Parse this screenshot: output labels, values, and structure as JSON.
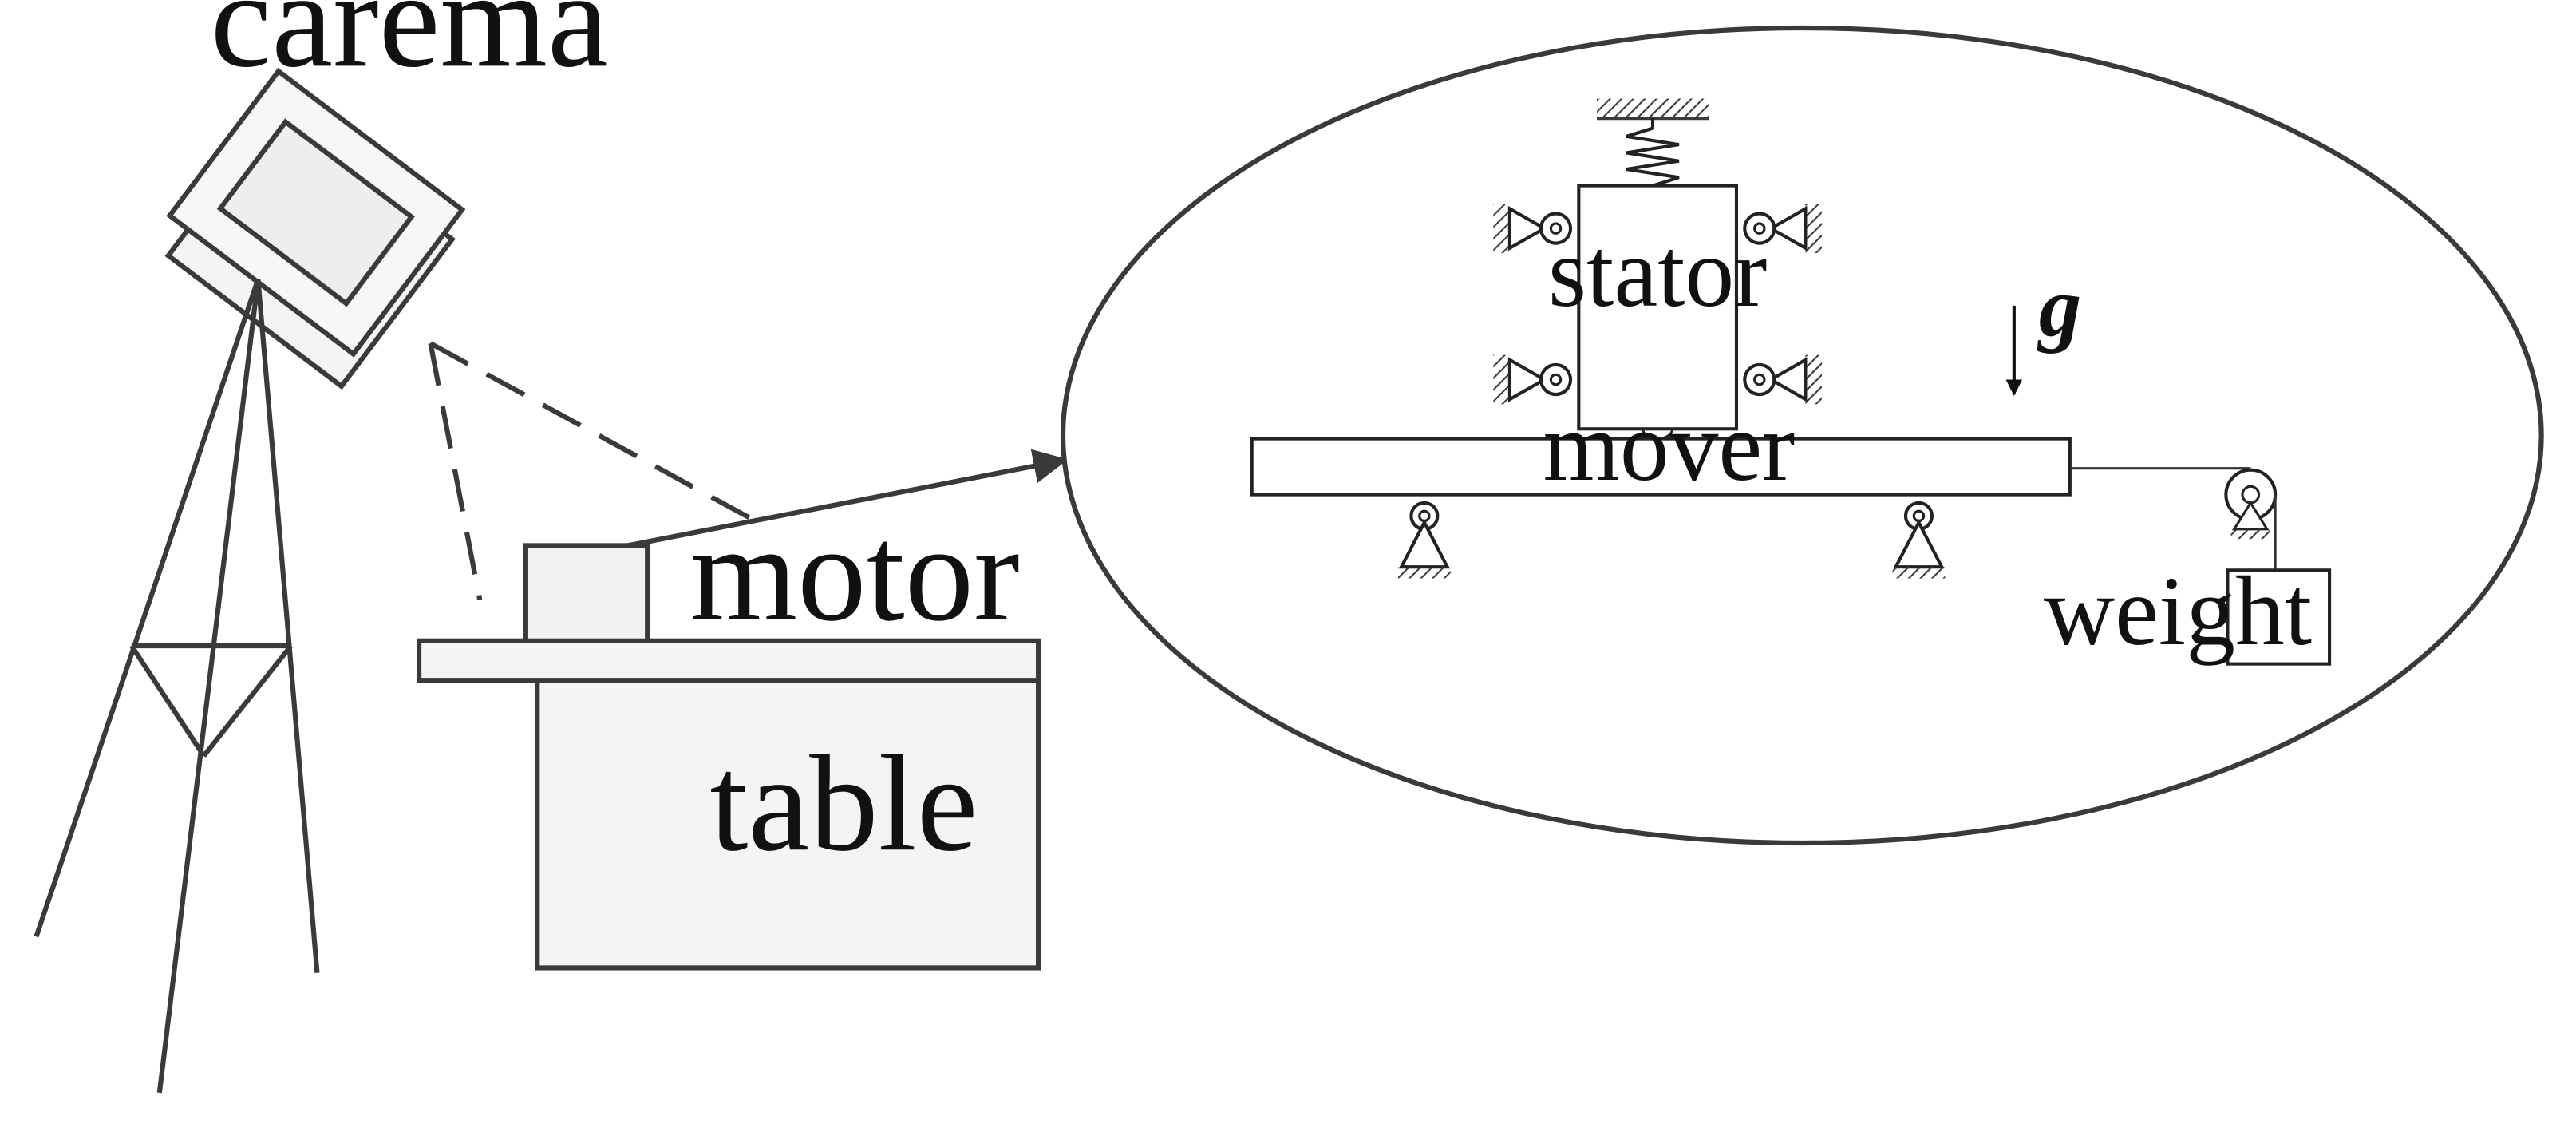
{
  "labels": {
    "camera": "carema",
    "motor": "motor",
    "table": "table",
    "stator": "stator",
    "mover": "mover",
    "weight": "weight",
    "gravity": "g"
  },
  "colors": {
    "line": "#3a3a3a",
    "fill_light": "#f2f2f2",
    "background": "#ffffff"
  },
  "icons": [
    "camera-icon",
    "tripod-icon",
    "spring-icon",
    "roller-support-icon",
    "pulley-icon",
    "arrow-icon"
  ]
}
